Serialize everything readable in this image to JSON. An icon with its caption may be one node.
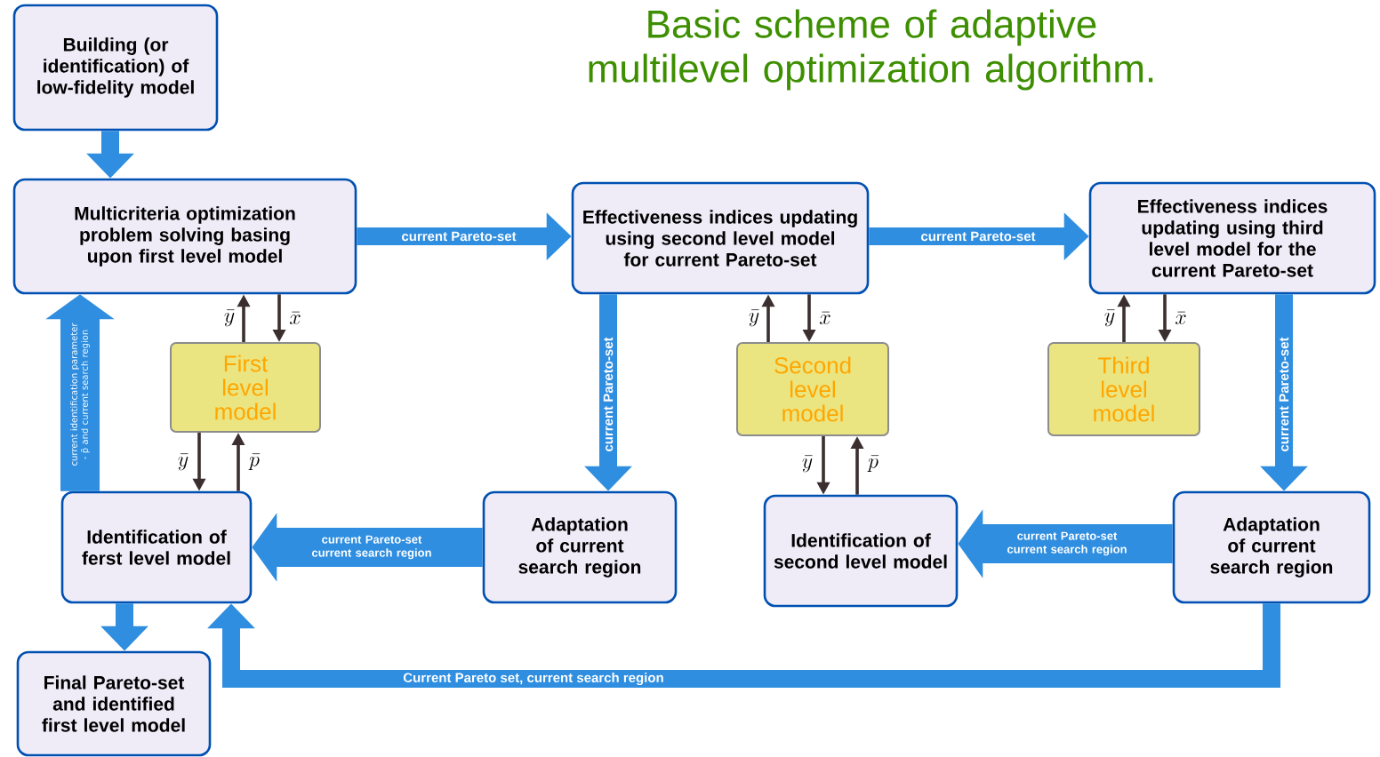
{
  "diagram": {
    "title": "Basic scheme of adaptive multilevel optimization algorithm.",
    "nodes": [
      {
        "text": [
          "Building (or identification) of low-fidelity model"
        ]
      },
      {
        "text": [
          "Multicriteria optimization problem solving basing upon first level model"
        ]
      },
      {
        "text": [
          "Effectiveness indices updating using second level model for current Pareto-set"
        ]
      },
      {
        "text": [
          "Effectiveness indices updating using third level model for the current Pareto-set"
        ]
      },
      {
        "text": [
          "First level model"
        ]
      },
      {
        "text": [
          "Second level model"
        ]
      },
      {
        "text": [
          "Third level model"
        ]
      },
      {
        "text": [
          "Identification of ferst level model"
        ]
      },
      {
        "text": [
          "Adaptation of current search region"
        ]
      },
      {
        "text": [
          "Identification of second level model"
        ]
      },
      {
        "text": [
          "Adaptation of current search region"
        ]
      },
      {
        "text": [
          "Final Pareto-set and identified first level model"
        ]
      }
    ],
    "edges": [
      {
        "from": 0,
        "to": 1,
        "arrow": "to",
        "style": "thick",
        "color": "#2f8ee0"
      },
      {
        "from": 1,
        "to": 2,
        "arrow": "to",
        "style": "thick",
        "color": "#2f8ee0",
        "label": "current Pareto-set"
      },
      {
        "from": 2,
        "to": 3,
        "arrow": "to",
        "style": "thick",
        "color": "#2f8ee0",
        "label": "current Pareto-set"
      },
      {
        "from": 2,
        "to": 8,
        "arrow": "to",
        "style": "thick",
        "color": "#2f8ee0",
        "label": "current Pareto-set"
      },
      {
        "from": 3,
        "to": 10,
        "arrow": "to",
        "style": "thick",
        "color": "#2f8ee0",
        "label": "current Pareto-set"
      },
      {
        "from": 8,
        "to": 7,
        "arrow": "to",
        "style": "thick",
        "color": "#2f8ee0",
        "label": "current Pareto-set current search region"
      },
      {
        "from": 10,
        "to": 9,
        "arrow": "to",
        "style": "thick",
        "color": "#2f8ee0",
        "label": "current Pareto-set current search region"
      },
      {
        "from": 10,
        "to": 7,
        "arrow": "to",
        "style": "thick",
        "color": "#2f8ee0",
        "label": "Current Pareto set, current search region"
      },
      {
        "from": 7,
        "to": 1,
        "arrow": "to",
        "style": "thick",
        "color": "#2f8ee0",
        "label": "current identification parameter - p̄ and current search region"
      },
      {
        "from": 7,
        "to": 11,
        "arrow": "to",
        "style": "thick",
        "color": "#2f8ee0"
      },
      {
        "from": 4,
        "to": 1,
        "arrow": "to",
        "color": "#3b2f2f",
        "label": "\\bar{y}"
      },
      {
        "from": 1,
        "to": 4,
        "arrow": "to",
        "color": "#3b2f2f",
        "label": "\\bar{x}"
      },
      {
        "from": 4,
        "to": 7,
        "arrow": "to",
        "color": "#3b2f2f",
        "label": "\\bar{y}"
      },
      {
        "from": 7,
        "to": 4,
        "arrow": "to",
        "color": "#3b2f2f",
        "label": "\\bar{p}"
      },
      {
        "from": 5,
        "to": 2,
        "arrow": "to",
        "color": "#3b2f2f",
        "label": "\\bar{y}"
      },
      {
        "from": 2,
        "to": 5,
        "arrow": "to",
        "color": "#3b2f2f",
        "label": "\\bar{x}"
      },
      {
        "from": 5,
        "to": 9,
        "arrow": "to",
        "color": "#3b2f2f",
        "label": "\\bar{y}"
      },
      {
        "from": 9,
        "to": 5,
        "arrow": "to",
        "color": "#3b2f2f",
        "label": "\\bar{p}"
      },
      {
        "from": 6,
        "to": 3,
        "arrow": "to",
        "color": "#3b2f2f",
        "label": "\\bar{y}"
      },
      {
        "from": 3,
        "to": 6,
        "arrow": "to",
        "color": "#3b2f2f",
        "label": "\\bar{x}"
      }
    ]
  }
}
